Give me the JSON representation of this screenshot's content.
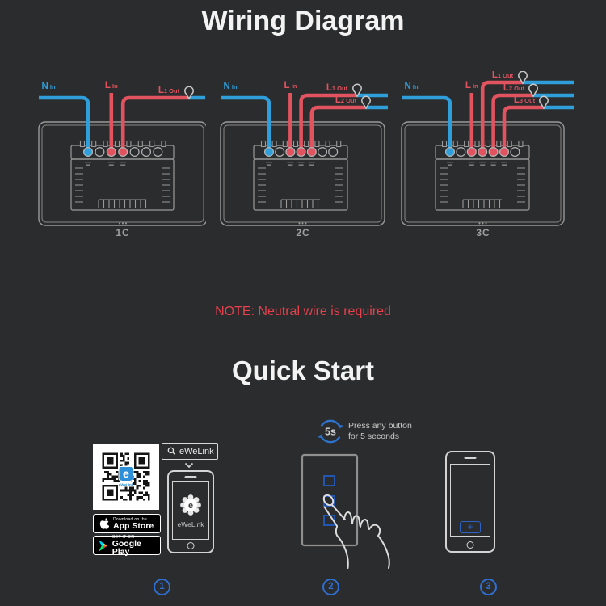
{
  "titles": {
    "wiring": "Wiring Diagram",
    "quick_start": "Quick Start",
    "note": "NOTE: Neutral wire is required"
  },
  "colors": {
    "blue_wire": "#2f9fdc",
    "red_wire": "#e25360",
    "note_red": "#e8404d",
    "panel_gray": "#9a9a9a",
    "outline_light": "#d4d4d4",
    "step_blue": "#2f6fd4",
    "button_blue": "#2356b0",
    "logo_blue": "#2d8fd8",
    "play_cyan": "#00d7fe",
    "play_green": "#00f076",
    "play_yellow": "#ffd900",
    "play_red": "#ff3a44"
  },
  "diagrams": [
    {
      "label": "1C",
      "n_in": "N In",
      "l_in": "L In",
      "outputs": [
        "L1 Out"
      ]
    },
    {
      "label": "2C",
      "n_in": "N In",
      "l_in": "L In",
      "outputs": [
        "L1 Out",
        "L2 Out"
      ]
    },
    {
      "label": "3C",
      "n_in": "N In",
      "l_in": "L In",
      "outputs": [
        "L1 Out",
        "L2 Out",
        "L3 Out"
      ]
    }
  ],
  "quick_start": {
    "search_label": "eWeLink",
    "app_name": "eWeLink",
    "app_letter": "e",
    "app_store": {
      "line1": "Download on the",
      "line2": "App Store"
    },
    "google_play": {
      "line1": "GET IT ON",
      "line2": "Google Play"
    },
    "timer": {
      "label": "5s",
      "line1": "Press any button",
      "line2": "for 5 seconds"
    },
    "steps": [
      "1",
      "2",
      "3"
    ]
  }
}
